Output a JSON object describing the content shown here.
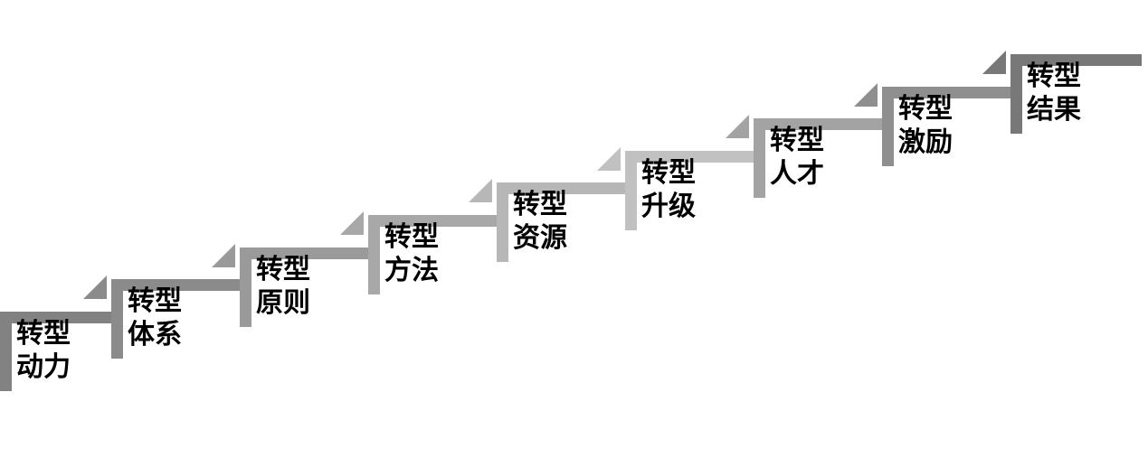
{
  "diagram": {
    "type": "staircase-step-diagram",
    "background": "#ffffff",
    "text_color": "#000000",
    "steps": [
      {
        "label": "转型动力",
        "line1": "转型",
        "line2": "动力",
        "color": "#828282",
        "arrow": false
      },
      {
        "label": "转型体系",
        "line1": "转型",
        "line2": "体系",
        "color": "#8b8b8b",
        "arrow": true
      },
      {
        "label": "转型原则",
        "line1": "转型",
        "line2": "原则",
        "color": "#9a9a9a",
        "arrow": true
      },
      {
        "label": "转型方法",
        "line1": "转型",
        "line2": "方法",
        "color": "#a8a8a8",
        "arrow": true
      },
      {
        "label": "转型资源",
        "line1": "转型",
        "line2": "资源",
        "color": "#b7b7b7",
        "arrow": true
      },
      {
        "label": "转型升级",
        "line1": "转型",
        "line2": "升级",
        "color": "#c1c1c1",
        "arrow": true
      },
      {
        "label": "转型人才",
        "line1": "转型",
        "line2": "人才",
        "color": "#a3a3a3",
        "arrow": true
      },
      {
        "label": "转型激励",
        "line1": "转型",
        "line2": "激励",
        "color": "#8f8f8f",
        "arrow": true
      },
      {
        "label": "转型结果",
        "line1": "转型",
        "line2": "结果",
        "color": "#787878",
        "arrow": true
      }
    ]
  }
}
